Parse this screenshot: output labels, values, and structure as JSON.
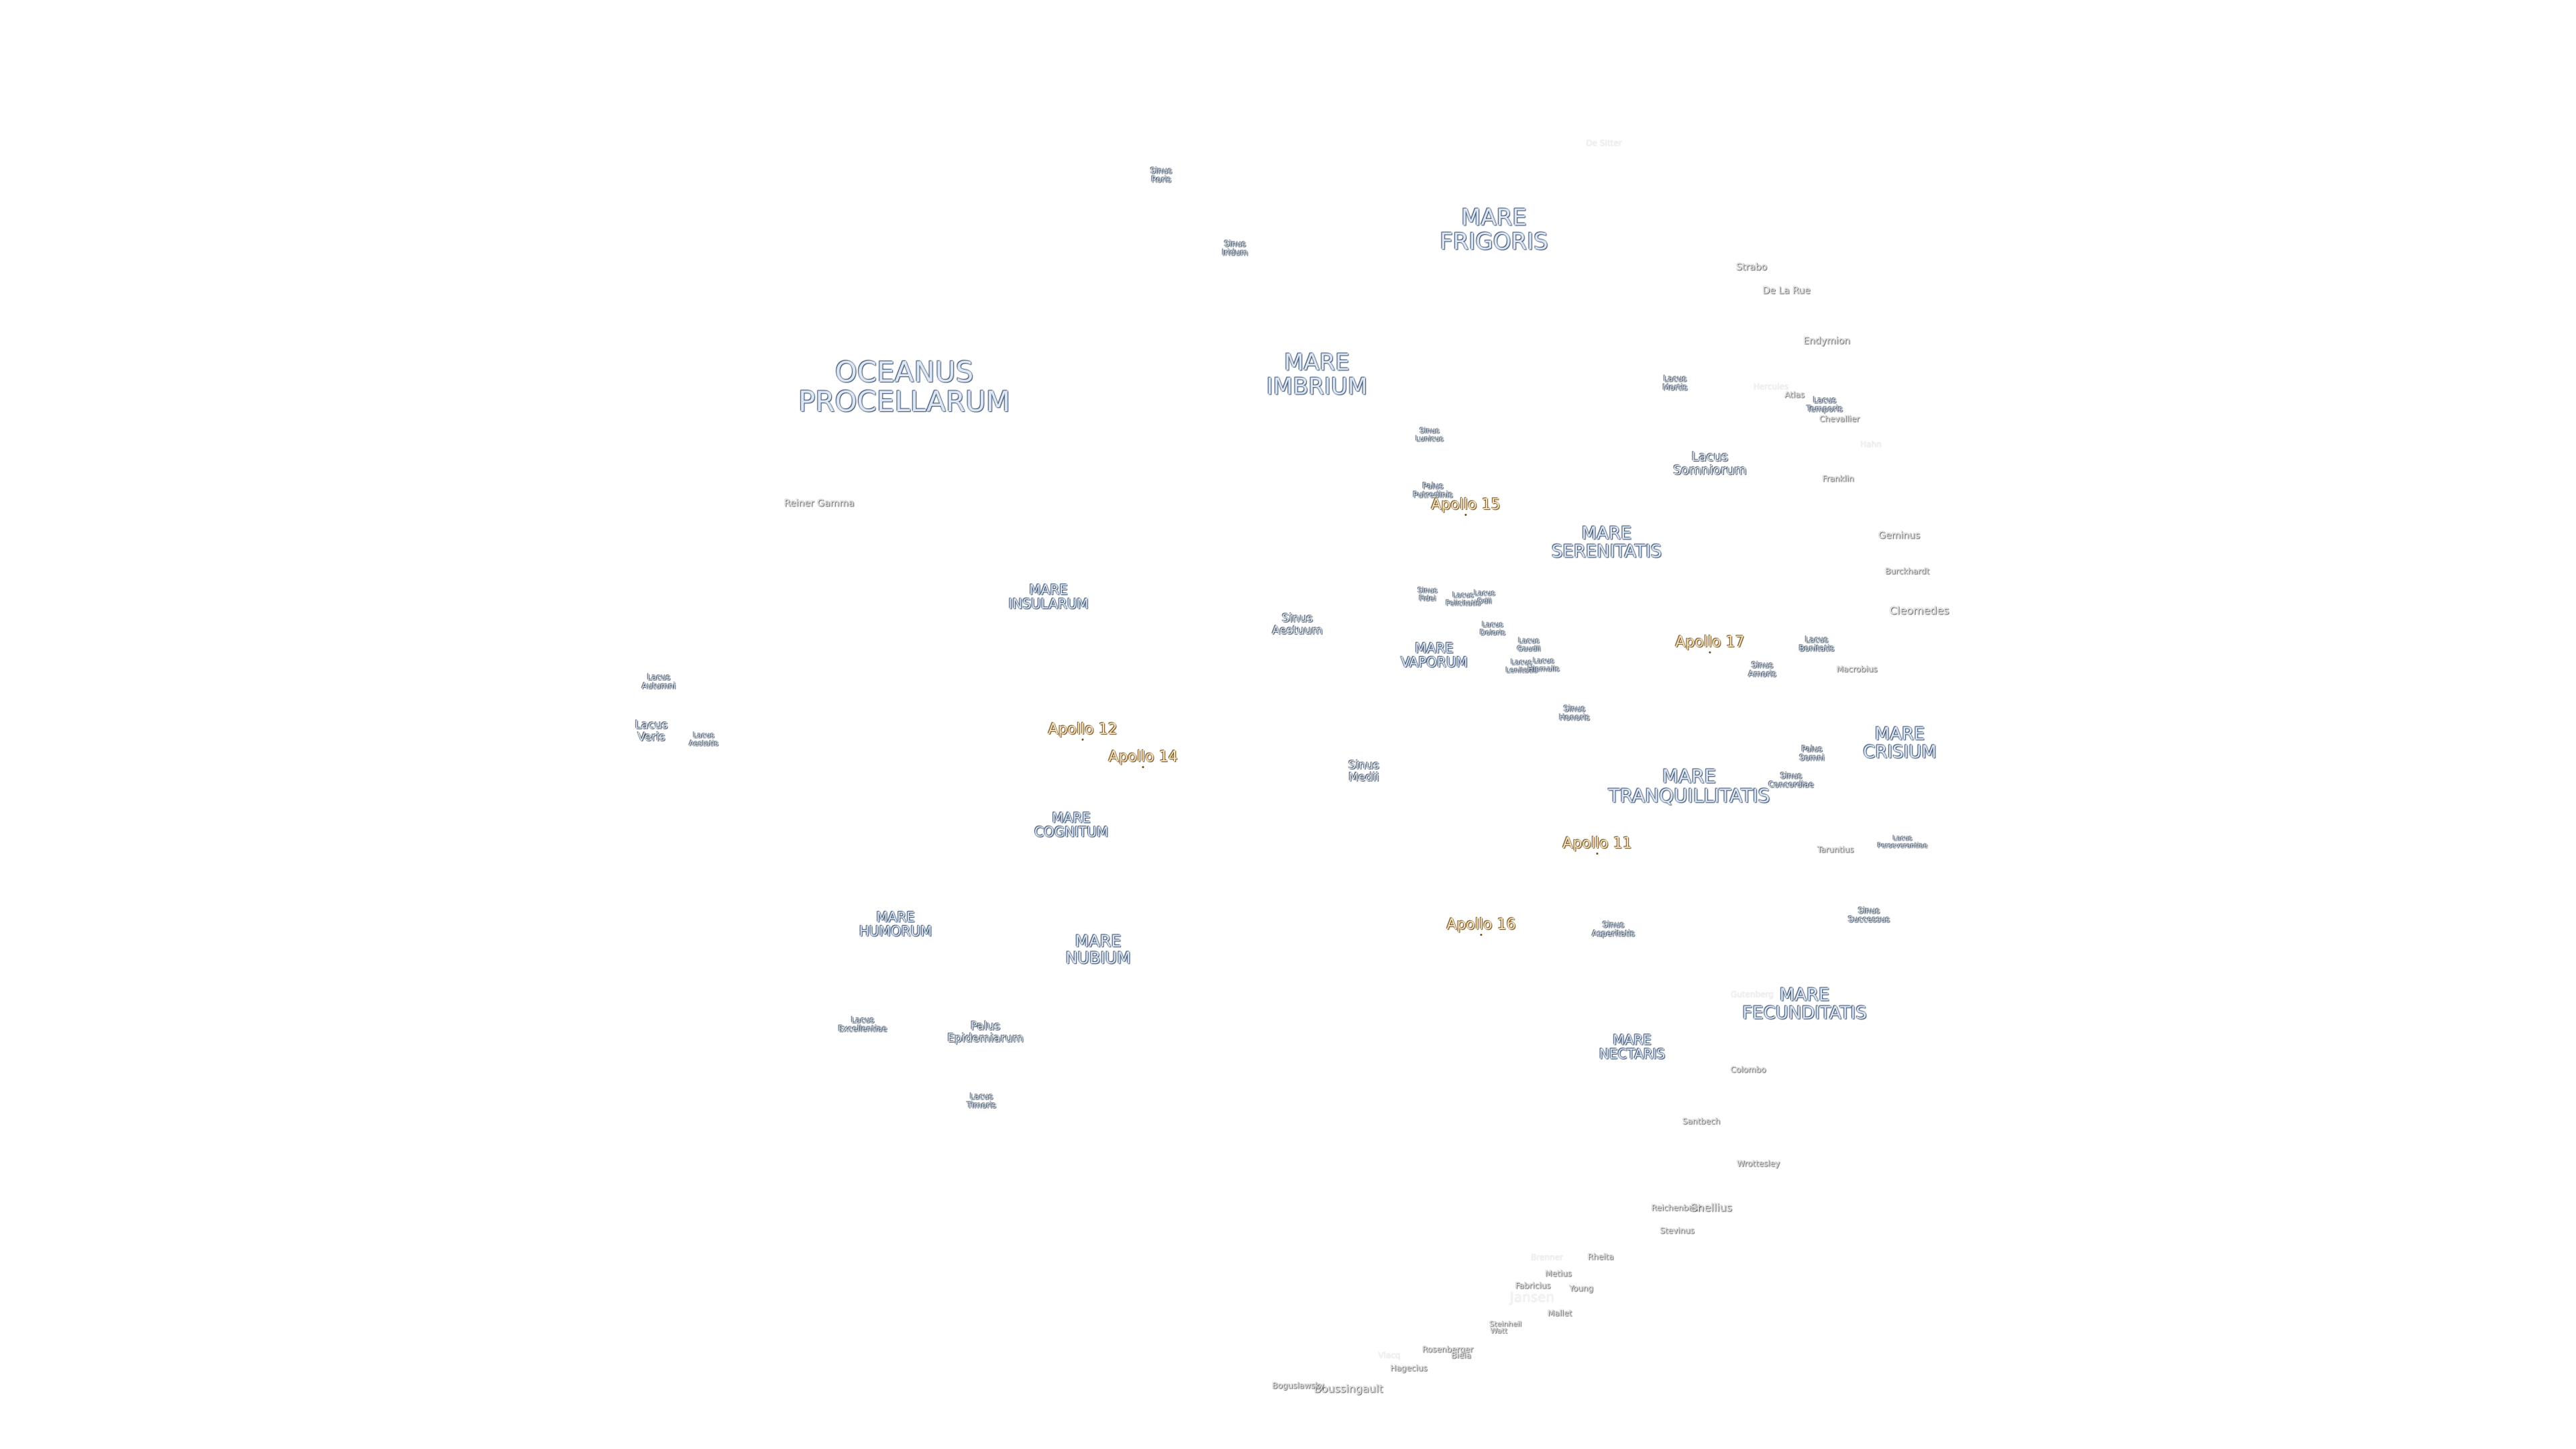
{
  "map": {
    "maria": [
      {
        "lines": [
          "OCEANUS",
          "PROCELLARUM"
        ]
      },
      {
        "lines": [
          "MARE",
          "FRIGORIS"
        ]
      },
      {
        "lines": [
          "MARE",
          "IMBRIUM"
        ]
      },
      {
        "lines": [
          "MARE",
          "SERENITATIS"
        ]
      },
      {
        "lines": [
          "MARE",
          "TRANQUILLITATIS"
        ]
      },
      {
        "lines": [
          "MARE",
          "CRISIUM"
        ]
      },
      {
        "lines": [
          "MARE",
          "FECUNDITATIS"
        ]
      },
      {
        "lines": [
          "MARE",
          "NUBIUM"
        ]
      },
      {
        "lines": [
          "MARE",
          "INSULARUM"
        ]
      },
      {
        "lines": [
          "MARE",
          "COGNITUM"
        ]
      },
      {
        "lines": [
          "MARE",
          "HUMORUM"
        ]
      },
      {
        "lines": [
          "MARE",
          "NECTARIS"
        ]
      },
      {
        "lines": [
          "MARE",
          "VAPORUM"
        ]
      }
    ],
    "sinus_lacus": [
      {
        "lines": [
          "Sinus",
          "Roris"
        ]
      },
      {
        "lines": [
          "Sinus",
          "Iridum"
        ]
      },
      {
        "lines": [
          "Sinus",
          "Aestuum"
        ]
      },
      {
        "lines": [
          "Sinus",
          "Medii"
        ]
      },
      {
        "lines": [
          "Lacus",
          "Somniorum"
        ]
      },
      {
        "lines": [
          "Palus",
          "Epidemiarum"
        ]
      },
      {
        "lines": [
          "Lacus",
          "Veris"
        ]
      },
      {
        "lines": [
          "Lacus",
          "Autumni"
        ]
      },
      {
        "lines": [
          "Lacus",
          "Mortis"
        ]
      },
      {
        "lines": [
          "Sinus",
          "Amoris"
        ]
      },
      {
        "lines": [
          "Lacus",
          "Excellentiae"
        ]
      },
      {
        "lines": [
          "Lacus",
          "Timoris"
        ]
      },
      {
        "lines": [
          "Sinus",
          "Asperitatis"
        ]
      },
      {
        "lines": [
          "Sinus",
          "Honoris"
        ]
      },
      {
        "lines": [
          "Sinus",
          "Concordiae"
        ]
      },
      {
        "lines": [
          "Palus",
          "Somni"
        ]
      },
      {
        "lines": [
          "Sinus",
          "Successus"
        ]
      },
      {
        "lines": [
          "Lacus",
          "Bonitatis"
        ]
      },
      {
        "lines": [
          "Lacus",
          "Temporis"
        ]
      },
      {
        "lines": [
          "Palus",
          "Putredinis"
        ]
      },
      {
        "lines": [
          "Sinus",
          "Lunicus"
        ]
      },
      {
        "lines": [
          "Sinus",
          "Fidei"
        ]
      },
      {
        "lines": [
          "Lacus",
          "Felicitatis"
        ]
      },
      {
        "lines": [
          "Lacus",
          "Doloris"
        ]
      },
      {
        "lines": [
          "Lacus",
          "Gaudii"
        ]
      },
      {
        "lines": [
          "Lacus",
          "Lenitatis"
        ]
      },
      {
        "lines": [
          "Lacus",
          "Hiemalis"
        ]
      },
      {
        "lines": [
          "Lacus",
          "Odii"
        ]
      },
      {
        "lines": [
          "Lacus",
          "Aestatis"
        ]
      },
      {
        "lines": [
          "Lacus",
          "Perseverantiae"
        ]
      }
    ],
    "apollo_sites": [
      "Apollo 15",
      "Apollo 17",
      "Apollo 12",
      "Apollo 14",
      "Apollo 11",
      "Apollo 16"
    ],
    "craters": [
      "Reiner Gamma",
      "Strabo",
      "De La Rue",
      "Endymion",
      "Atlas",
      "Chevallier",
      "Franklin",
      "Geminus",
      "Burckhardt",
      "Cleomedes",
      "Macrobius",
      "Taruntius",
      "Colombo",
      "Santbech",
      "Wrottesley",
      "Reichenbach",
      "Snellius",
      "Stevinus",
      "Rheita",
      "Metius",
      "Fabricius",
      "Young",
      "Mallet",
      "Steinheil",
      "Watt",
      "Rosenberger",
      "Biela",
      "Hagecius",
      "Boussingault",
      "Boguslawsky"
    ],
    "craters_faint": [
      "De Sitter",
      "Hercules",
      "Hahn",
      "Gutenberg",
      "Jansen",
      "Brenner",
      "Vlacq"
    ]
  }
}
